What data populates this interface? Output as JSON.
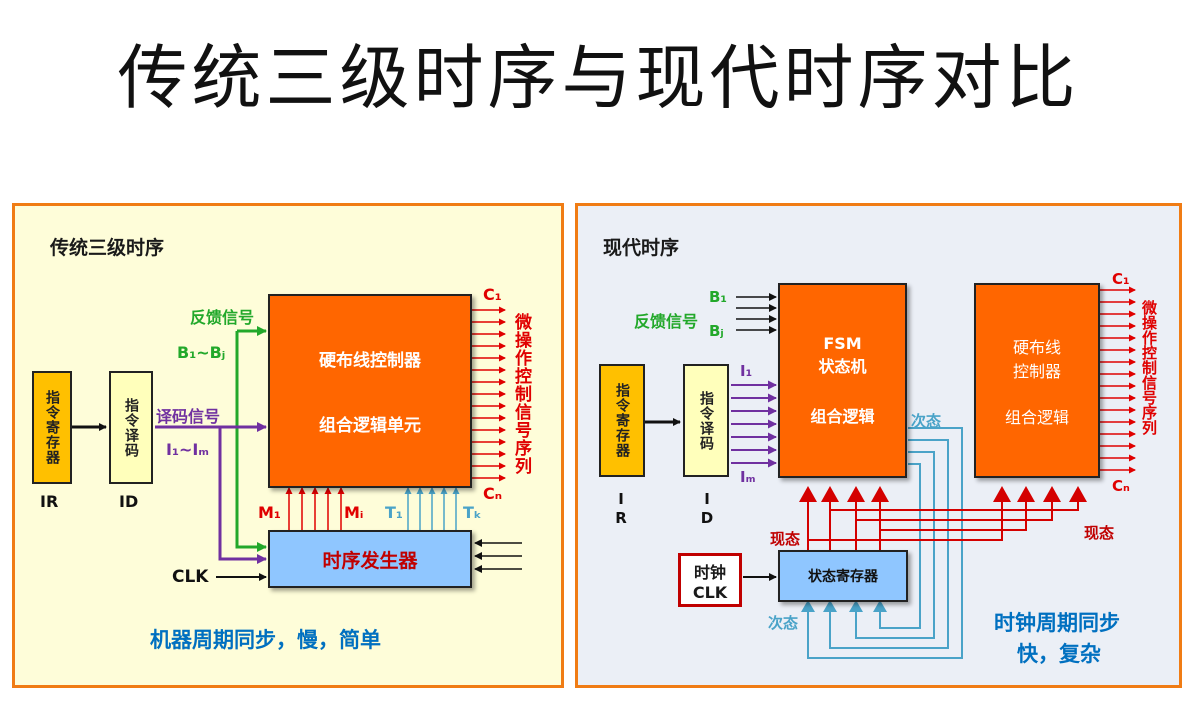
{
  "title": "传统三级时序与现代时序对比",
  "left": {
    "panel_title": "传统三级时序",
    "ir_box": "指令寄存器",
    "ir_label": "IR",
    "id_box": "指令译码",
    "id_label": "ID",
    "controller_line1": "硬布线控制器",
    "controller_line2": "组合逻辑单元",
    "feedback": "反馈信号",
    "b_range": "B₁~Bⱼ",
    "decode": "译码信号",
    "i_range": "I₁~Iₘ",
    "c1": "C₁",
    "cn": "Cₙ",
    "micro_ops": "微操作控制信号序列",
    "m1": "M₁",
    "mi": "Mᵢ",
    "t1": "T₁",
    "tk": "Tₖ",
    "timing_gen": "时序发生器",
    "clk": "CLK",
    "summary": "机器周期同步，慢，简单"
  },
  "right": {
    "panel_title": "现代时序",
    "ir_box": "指令寄存器",
    "ir_label": "IR",
    "id_box": "指令译码",
    "id_label": "ID",
    "feedback": "反馈信号",
    "b1": "B₁",
    "bj": "Bⱼ",
    "i1": "I₁",
    "im": "Iₘ",
    "fsm_line1": "FSM",
    "fsm_line2": "状态机",
    "fsm_line3": "组合逻辑",
    "next_state_top": "次态",
    "hw_line1": "硬布线",
    "hw_line2": "控制器",
    "hw_line3": "组合逻辑",
    "c1": "C₁",
    "cn": "Cₙ",
    "micro_ops": "微操作控制信号序列",
    "cur_state_left": "现态",
    "cur_state_right": "现态",
    "clock_line1": "时钟",
    "clock_line2": "CLK",
    "state_reg": "状态寄存器",
    "next_state_bottom": "次态",
    "summary_line1": "时钟周期同步",
    "summary_line2": "快，复杂"
  },
  "colors": {
    "panel_border": "#f07c14",
    "left_bg": "#fefdd9",
    "right_bg": "#ebeff6",
    "orange_box": "#ff6600",
    "feedback_green": "#22a82a",
    "decode_purple": "#7030a0",
    "signal_red": "#e00000",
    "timing_teal": "#4aa3c8",
    "summary_blue": "#0070c0"
  }
}
